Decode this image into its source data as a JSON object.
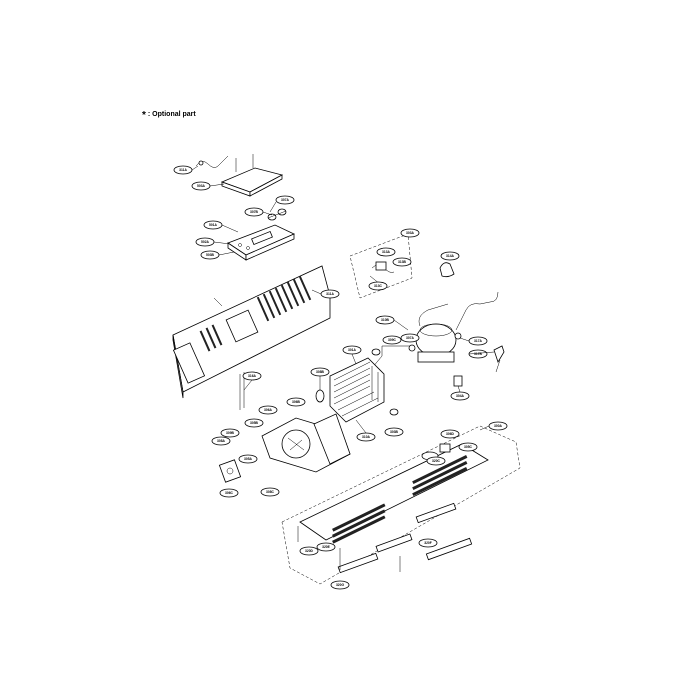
{
  "legend": {
    "star": "*",
    "text": ": Optional part"
  },
  "labels": {
    "L311A_top": "311A",
    "L503A": "503A",
    "L307A": "307A",
    "L307B": "307B",
    "L501A": "501A",
    "L502A": "502A",
    "L503B": "503B",
    "L303A": "303A",
    "L313A": "313A",
    "L313B": "313B",
    "L313C": "313C",
    "L314A": "314A",
    "L311A_mid": "311A",
    "L310B": "310B",
    "L307A2": "307A",
    "L317A": "317A",
    "L317B": "317B",
    "L304A": "304A",
    "L309C": "309C",
    "L301A": "301A",
    "L308B": "308B",
    "L316A": "316A",
    "L306A": "306A",
    "L306B": "306B",
    "L305B": "305B",
    "L309B": "309B",
    "L310A": "310A",
    "L308A": "308A",
    "L305A": "305A",
    "L306C": "306C",
    "L308C": "308C",
    "L303B": "303B",
    "L306D": "306D",
    "L305C": "305C",
    "L320C": "320C",
    "L300A": "300A",
    "L320D": "320D",
    "L320E": "320E",
    "L320F": "320F",
    "L320G": "320G"
  }
}
